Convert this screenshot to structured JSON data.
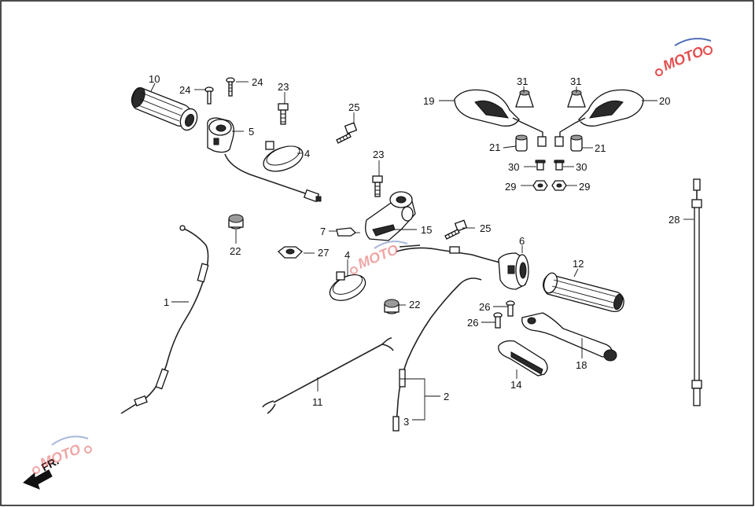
{
  "diagram": {
    "callouts": {
      "c10": "10",
      "c24a": "24",
      "c24b": "24",
      "c23a": "23",
      "c5": "5",
      "c4a": "4",
      "c25a": "25",
      "c23b": "23",
      "c7": "7",
      "c15": "15",
      "c25b": "25",
      "c4b": "4",
      "c22a": "22",
      "c27": "27",
      "c1": "1",
      "c22b": "22",
      "c11": "11",
      "c2": "2",
      "c3": "3",
      "c6": "6",
      "c12": "12",
      "c26a": "26",
      "c26b": "26",
      "c14": "14",
      "c18": "18",
      "c19": "19",
      "c20": "20",
      "c31a": "31",
      "c31b": "31",
      "c21a": "21",
      "c21b": "21",
      "c30a": "30",
      "c30b": "30",
      "c29a": "29",
      "c29b": "29",
      "c28": "28"
    },
    "direction_label": "FR.",
    "watermark": "MOTO"
  },
  "colors": {
    "line": "#111111",
    "watermark_red": "#e03a3a",
    "watermark_blue": "#3e5fb0"
  }
}
